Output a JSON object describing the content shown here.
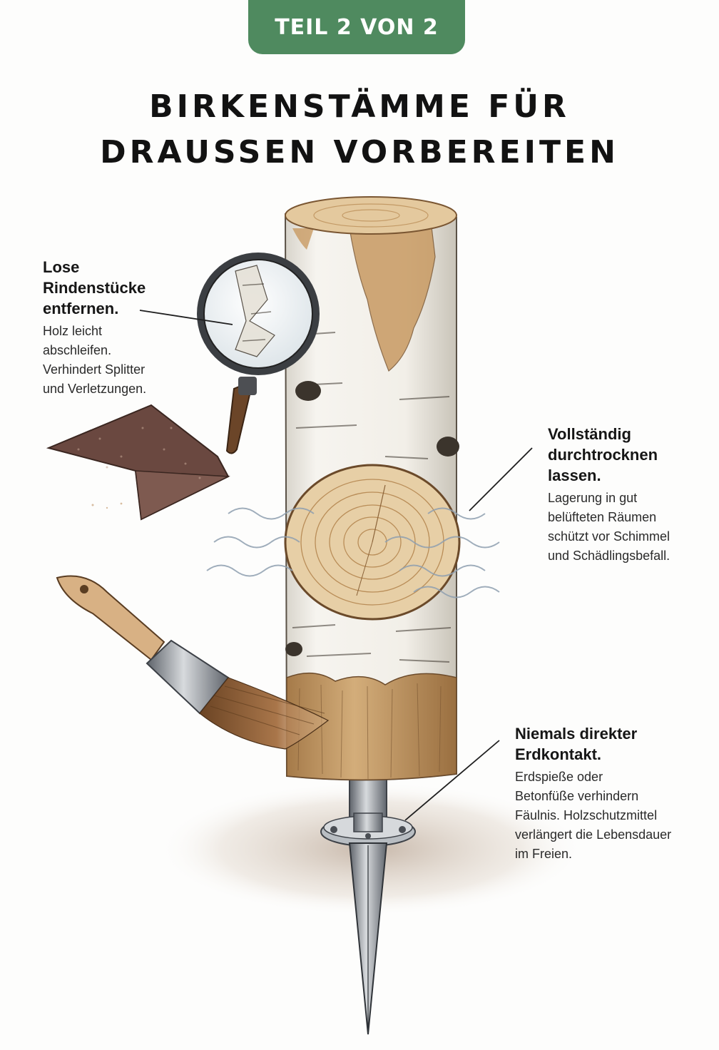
{
  "badge": {
    "label": "TEIL 2 VON 2",
    "color": "#4f8a5f"
  },
  "title": {
    "line1": "BIRKENSTÄMME FÜR",
    "line2": "DRAUSSEN VORBEREITEN"
  },
  "notes": [
    {
      "heading": "Lose Rindenstücke entfernen.",
      "lines": [
        "Holz leicht",
        "abschleifen.",
        "Verhindert Splitter",
        "und Verletzungen."
      ]
    },
    {
      "heading": "Vollständig durchtrocknen lassen.",
      "lines": [
        "Lagerung in gut",
        "belüfteten Räumen",
        "schützt vor Schimmel",
        "und Schädlingsbefall."
      ]
    },
    {
      "heading": "Niemals direkter Erdkontakt.",
      "lines": [
        "Erdspieße oder",
        "Betonfüße verhindern",
        "Fäulnis. Holzschutzmittel",
        "verlängert die Lebensdauer",
        "im Freien."
      ]
    }
  ],
  "illustration": {
    "items": [
      "birch-log",
      "magnifying-glass",
      "sandpaper",
      "paintbrush",
      "ground-spike",
      "air-wisps"
    ],
    "colors": {
      "bark": "#f2efe8",
      "wood": "#d9b98a",
      "rings": "#b98d58",
      "metal": "#8a8f96",
      "soil": "#b49a80"
    }
  }
}
